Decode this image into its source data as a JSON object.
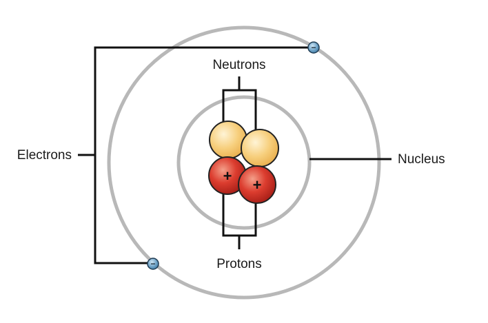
{
  "labels": {
    "neutrons": "Neutrons",
    "protons": "Protons",
    "electrons": "Electrons",
    "nucleus": "Nucleus"
  },
  "signs": {
    "proton": "+",
    "electron": "−"
  },
  "colors": {
    "orbit": "#b8b8b8",
    "leader_line": "#111111",
    "neutron_fill": "#f7cf7d",
    "proton_fill": "#d8362c",
    "electron_fill": "#6fa3c7",
    "background": "#ffffff"
  }
}
